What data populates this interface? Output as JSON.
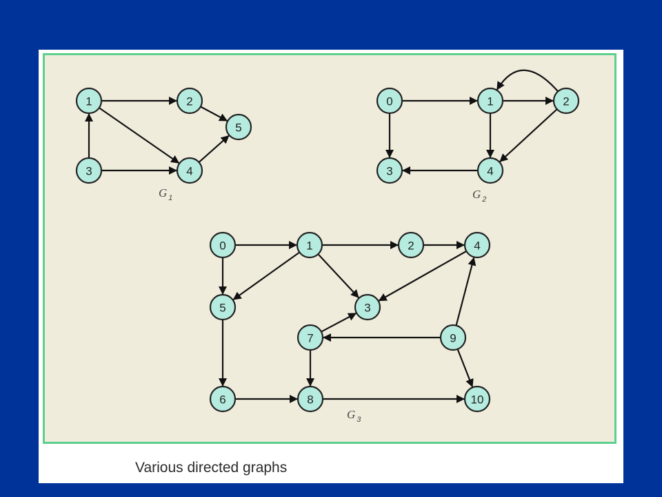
{
  "caption": "Various directed graphs",
  "colors": {
    "background": "#003399",
    "panel": "#ffffff",
    "frame_fill": "#f0ecdc",
    "frame_border": "#5ccf8c",
    "node_fill": "#b6ecdf",
    "stroke": "#111111"
  },
  "graphs": [
    {
      "name": "G",
      "subscript": "1",
      "nodes": [
        "1",
        "2",
        "3",
        "4",
        "5"
      ],
      "edges": [
        [
          "1",
          "2"
        ],
        [
          "1",
          "4"
        ],
        [
          "2",
          "5"
        ],
        [
          "3",
          "1"
        ],
        [
          "3",
          "4"
        ],
        [
          "4",
          "5"
        ]
      ]
    },
    {
      "name": "G",
      "subscript": "2",
      "nodes": [
        "0",
        "1",
        "2",
        "3",
        "4"
      ],
      "edges": [
        [
          "0",
          "1"
        ],
        [
          "0",
          "3"
        ],
        [
          "1",
          "2"
        ],
        [
          "1",
          "4"
        ],
        [
          "2",
          "1"
        ],
        [
          "2",
          "4"
        ],
        [
          "4",
          "3"
        ]
      ]
    },
    {
      "name": "G",
      "subscript": "3",
      "nodes": [
        "0",
        "1",
        "2",
        "3",
        "4",
        "5",
        "6",
        "7",
        "8",
        "9",
        "10"
      ],
      "edges": [
        [
          "0",
          "1"
        ],
        [
          "0",
          "5"
        ],
        [
          "1",
          "2"
        ],
        [
          "1",
          "3"
        ],
        [
          "1",
          "5"
        ],
        [
          "2",
          "4"
        ],
        [
          "4",
          "3"
        ],
        [
          "5",
          "6"
        ],
        [
          "6",
          "8"
        ],
        [
          "7",
          "3"
        ],
        [
          "7",
          "8"
        ],
        [
          "8",
          "10"
        ],
        [
          "9",
          "4"
        ],
        [
          "9",
          "7"
        ],
        [
          "9",
          "10"
        ]
      ]
    }
  ]
}
